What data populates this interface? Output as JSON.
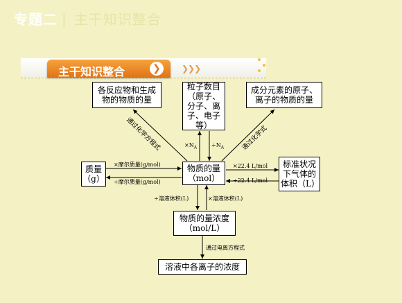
{
  "header": {
    "chapter": "专题二",
    "separator": "|",
    "subtitle": "主干知识整合"
  },
  "banner": {
    "title": "主干知识整合",
    "arrow": "❯",
    "chevrons": "❯❯❯"
  },
  "nodes": {
    "reaction": "各反应物和生成物的物质的量",
    "particles": "粒子数目（原子、分子、离子、电子等）",
    "component": "成分元素的原子、离子的物质的量",
    "mass": "质量（g）",
    "amount": "物质的量（mol）",
    "gas": "标准状况下气体的体积（L）",
    "concentration": "物质的量浓度（mol/L）",
    "ion_conc": "溶液中各离子的浓度"
  },
  "labels": {
    "equation": "通过化学方程式",
    "formula": "通过化学式",
    "times_na": "×N",
    "div_na": "÷N",
    "na_sub": "A",
    "times_molar": "×摩尔质量(g/mol)",
    "div_molar": "÷摩尔质量(g/mol)",
    "times_224": "×22.4 L/mol",
    "div_224": "÷22.4 L/mol",
    "div_vol": "÷溶液体积(L)",
    "times_vol": "×溶液体积(L)",
    "ionization": "通过电离方程式"
  }
}
